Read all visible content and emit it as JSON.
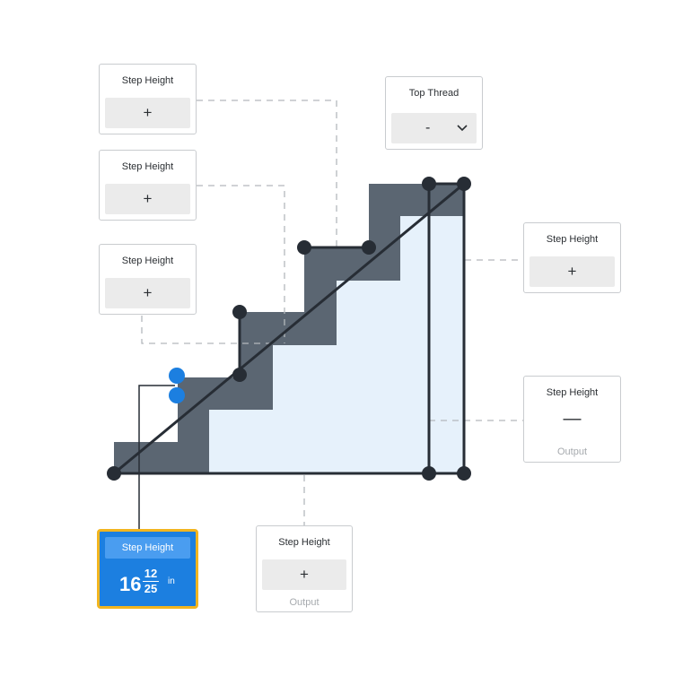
{
  "colors": {
    "stair": "#5b6672",
    "fill": "#e6f1fb",
    "line": "#272d35",
    "accent": "#1c7fe0",
    "highlight": "#f2b51f",
    "dash": "#b4b8bc"
  },
  "cards": {
    "left_top": {
      "label": "Step Height",
      "button": "+"
    },
    "left_mid": {
      "label": "Step Height",
      "button": "+"
    },
    "left_low": {
      "label": "Step Height",
      "button": "+"
    },
    "top_thread": {
      "label": "Top Thread",
      "value": "-",
      "icon": "chevron-down-icon"
    },
    "right_top": {
      "label": "Step Height",
      "button": "+"
    },
    "right_output": {
      "label": "Step Height",
      "value": "—",
      "sub": "Output"
    },
    "bottom_output": {
      "label": "Step Height",
      "button": "+",
      "sub": "Output"
    },
    "active": {
      "label": "Step Height",
      "whole": "16",
      "numerator": "12",
      "denominator": "25",
      "unit": "in"
    }
  }
}
